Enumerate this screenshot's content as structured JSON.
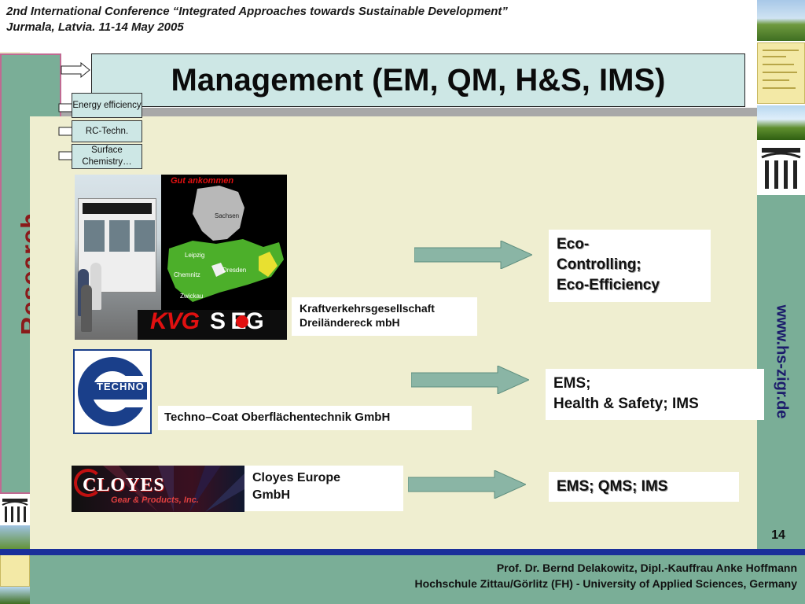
{
  "header": {
    "conference_line_1": "2nd International Conference “Integrated Approaches towards Sustainable Development”",
    "conference_line_2": "Jurmala, Latvia. 11-14 May 2005"
  },
  "slide": {
    "title": "Management (EM, QM, H&S, IMS)",
    "side_label": "Research",
    "website": "www.hs-zigr.de",
    "page_number": "14"
  },
  "sub_boxes": [
    {
      "label": "Energy efficiency"
    },
    {
      "label": "RC-Techn."
    },
    {
      "label": "Surface Chemistry…"
    }
  ],
  "kvg_image": {
    "map_heading": "Gut ankommen",
    "cities": [
      "Leipzig",
      "Chemnitz",
      "Dresden",
      "Zwickau",
      "Sachsen"
    ],
    "logo_left": "KVG",
    "logo_right": "S  EG"
  },
  "techno_logo": {
    "text": "TECHNO"
  },
  "cloyes_image": {
    "logo_text": "CLOYES",
    "sub_text": "Gear & Products, Inc."
  },
  "companies": [
    {
      "name_line_1": "Kraftverkehrsgesellschaft",
      "name_line_2": "Dreiländereck mbH"
    },
    {
      "name": "Techno–Coat Oberflächentechnik GmbH"
    },
    {
      "name_line_1": "Cloyes Europe",
      "name_line_2": "GmbH"
    }
  ],
  "results": [
    {
      "line_1": "Eco-",
      "line_2": "Controlling;",
      "line_3": "Eco-Efficiency"
    },
    {
      "line_1": "EMS;",
      "line_2": "Health & Safety; IMS"
    },
    {
      "line_1": "EMS; QMS; IMS"
    }
  ],
  "footer": {
    "line_1": "Prof. Dr. Bernd Delakowitz, Dipl.-Kauffrau Anke Hoffmann",
    "line_2": "Hochschule Zittau/Görlitz (FH) - University of Applied Sciences, Germany"
  },
  "colors": {
    "sidebar_green": "#7aae97",
    "title_box": "#cde7e5",
    "content_bg": "#efeed0",
    "arrow_fill": "#8ab5a5",
    "footer_rule": "#1a2f9a",
    "research_text": "#8a1a1a",
    "website_text": "#1c1c6b"
  }
}
